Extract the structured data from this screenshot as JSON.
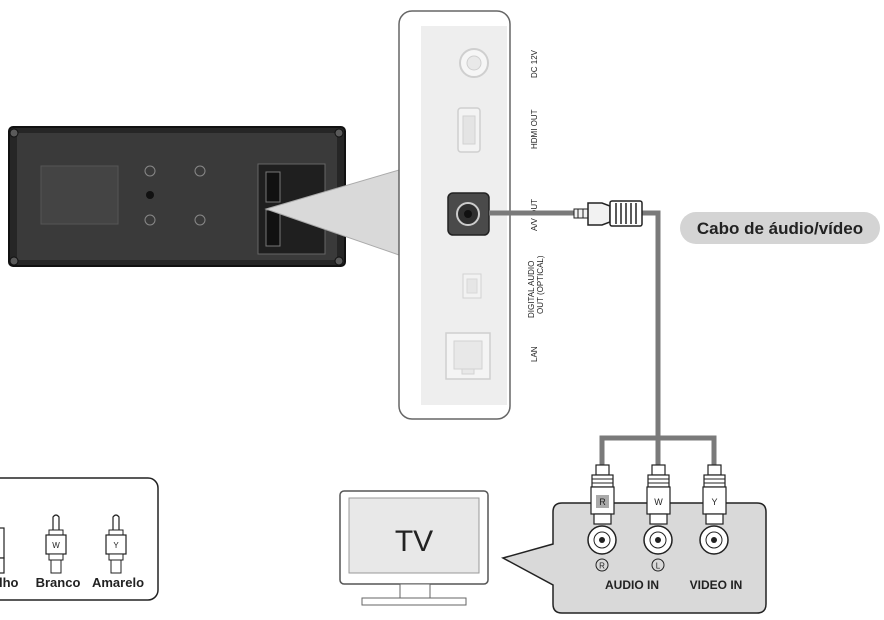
{
  "panel_labels": {
    "dc": "DC 12V",
    "hdmi": "HDMI OUT",
    "av": "A/V OUT",
    "optical_1": "DIGITAL AUDIO",
    "optical_2": "OUT (OPTICAL)",
    "lan": "LAN"
  },
  "cable_label": "Cabo de áudio/vídeo",
  "tv": {
    "label": "TV",
    "jack_letters": {
      "r": "R",
      "w": "W",
      "y": "Y"
    },
    "channel_marks": {
      "right": "R",
      "left": "L"
    },
    "audio_in": "AUDIO IN",
    "video_in": "VIDEO IN"
  },
  "legend": {
    "plug_letters": {
      "w": "W",
      "y": "Y"
    },
    "colors": {
      "red": "lho",
      "white": "Branco",
      "yellow": "Amarelo"
    }
  },
  "colors": {
    "soundbar": "#2b2b2b",
    "panel": "#f4f4f4",
    "callout": "#d9d9d9",
    "cable": "#7a7a7a",
    "label_bg": "#d4d4d4"
  }
}
